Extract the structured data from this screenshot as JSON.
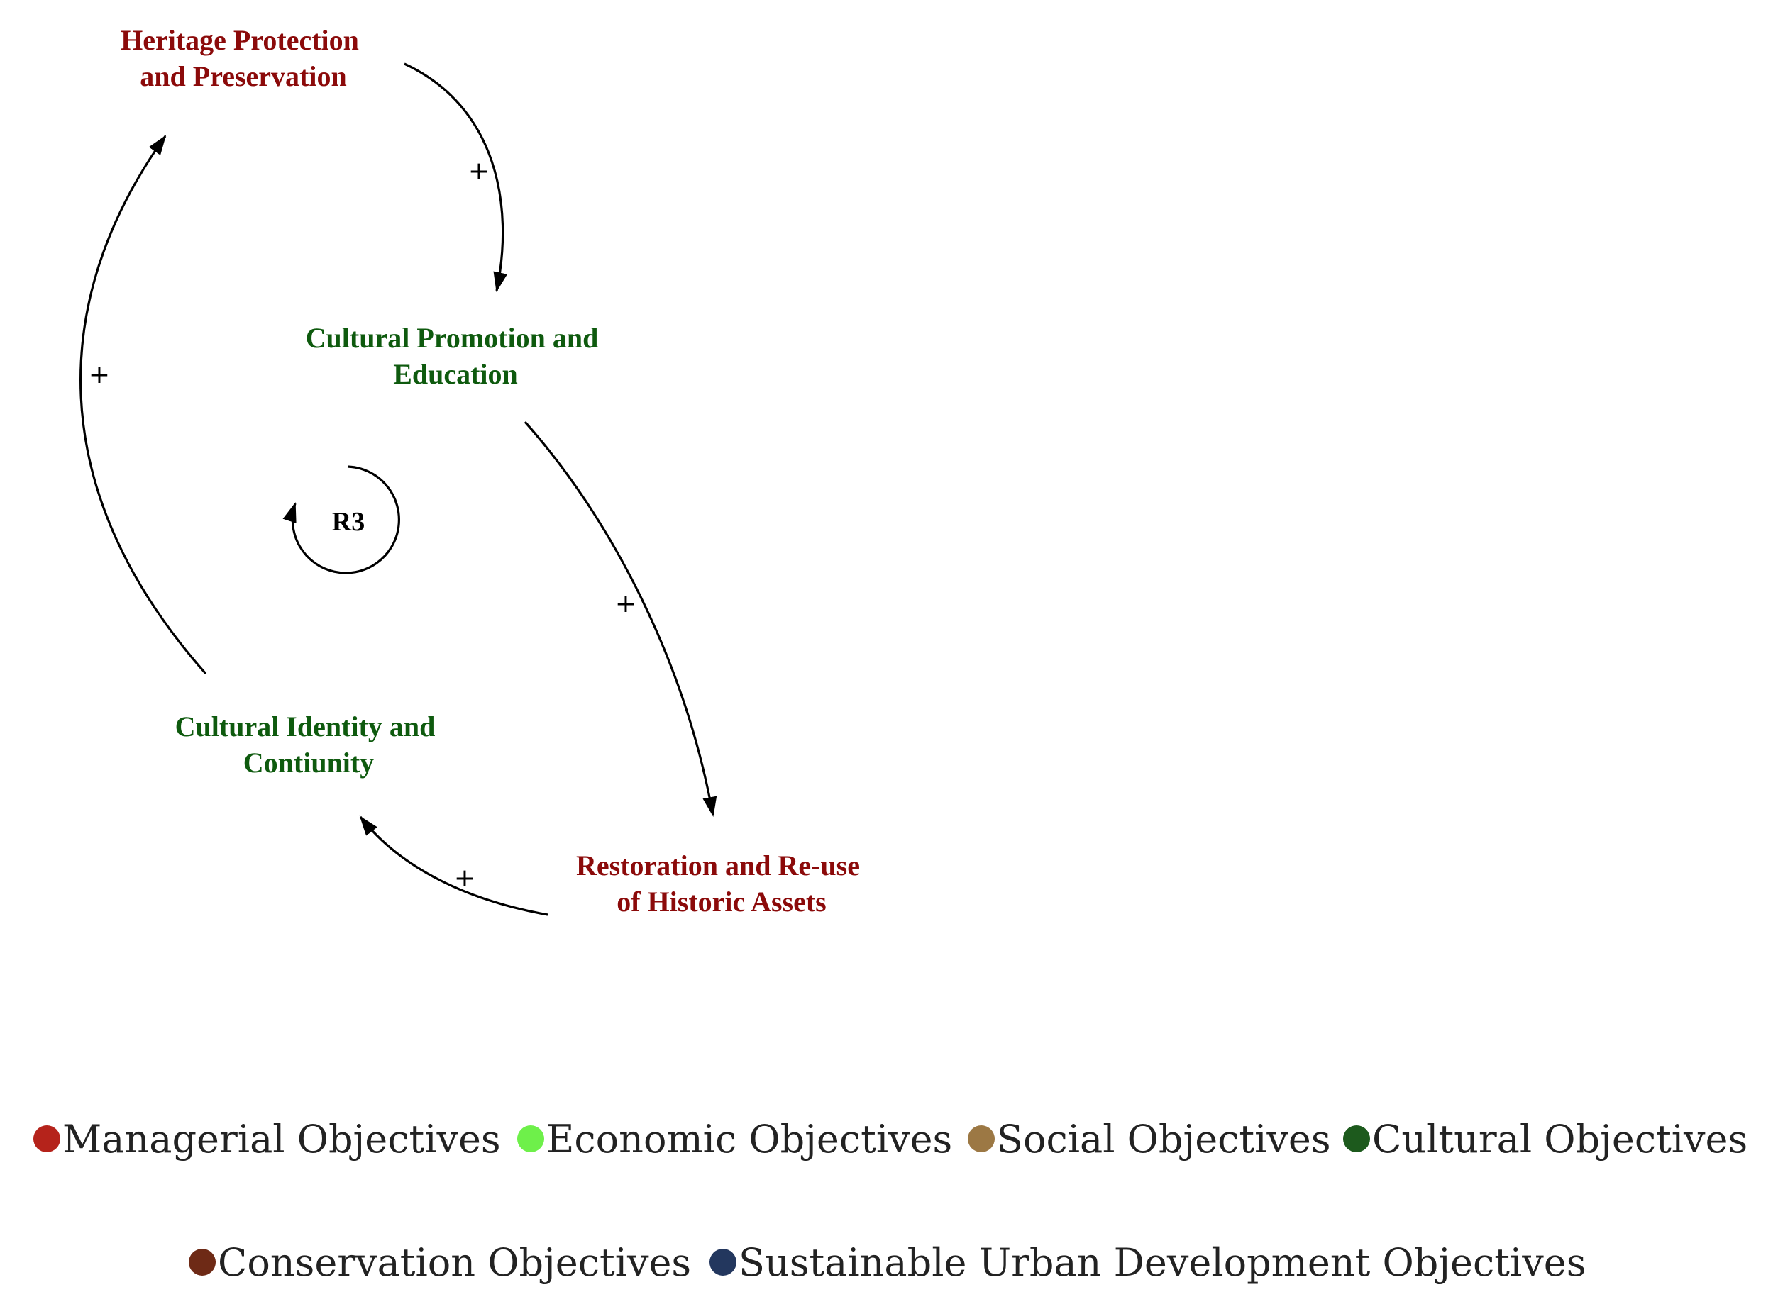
{
  "nodes": [
    {
      "id": "heritage",
      "lines": [
        "Heritage Protection",
        "and Preservation"
      ],
      "color": "#8b0a0a"
    },
    {
      "id": "promotion",
      "lines": [
        "Cultural Promotion and",
        "Education"
      ],
      "color": "#0e5a0e"
    },
    {
      "id": "identity",
      "lines": [
        "Cultural Identity and",
        "Contiunity"
      ],
      "color": "#0e5a0e"
    },
    {
      "id": "restoration",
      "lines": [
        "Restoration and Re-use",
        "of Historic Assets"
      ],
      "color": "#8b0a0a"
    }
  ],
  "edges": [
    {
      "from": "heritage",
      "to": "promotion",
      "polarity": "+"
    },
    {
      "from": "promotion",
      "to": "restoration",
      "polarity": "+"
    },
    {
      "from": "restoration",
      "to": "identity",
      "polarity": "+"
    },
    {
      "from": "identity",
      "to": "heritage",
      "polarity": "+"
    }
  ],
  "loop": {
    "label": "R3"
  },
  "legend": [
    {
      "label": "Managerial Objectives",
      "color": "#b5231b"
    },
    {
      "label": "Economic Objectives",
      "color": "#6ef04a"
    },
    {
      "label": "Social Objectives",
      "color": "#9c7844"
    },
    {
      "label": "Cultural Objectives",
      "color": "#1d5a1d"
    },
    {
      "label": "Conservation Objectives",
      "color": "#6e2a16"
    },
    {
      "label": "Sustainable Urban Development Objectives",
      "color": "#23375e"
    }
  ]
}
